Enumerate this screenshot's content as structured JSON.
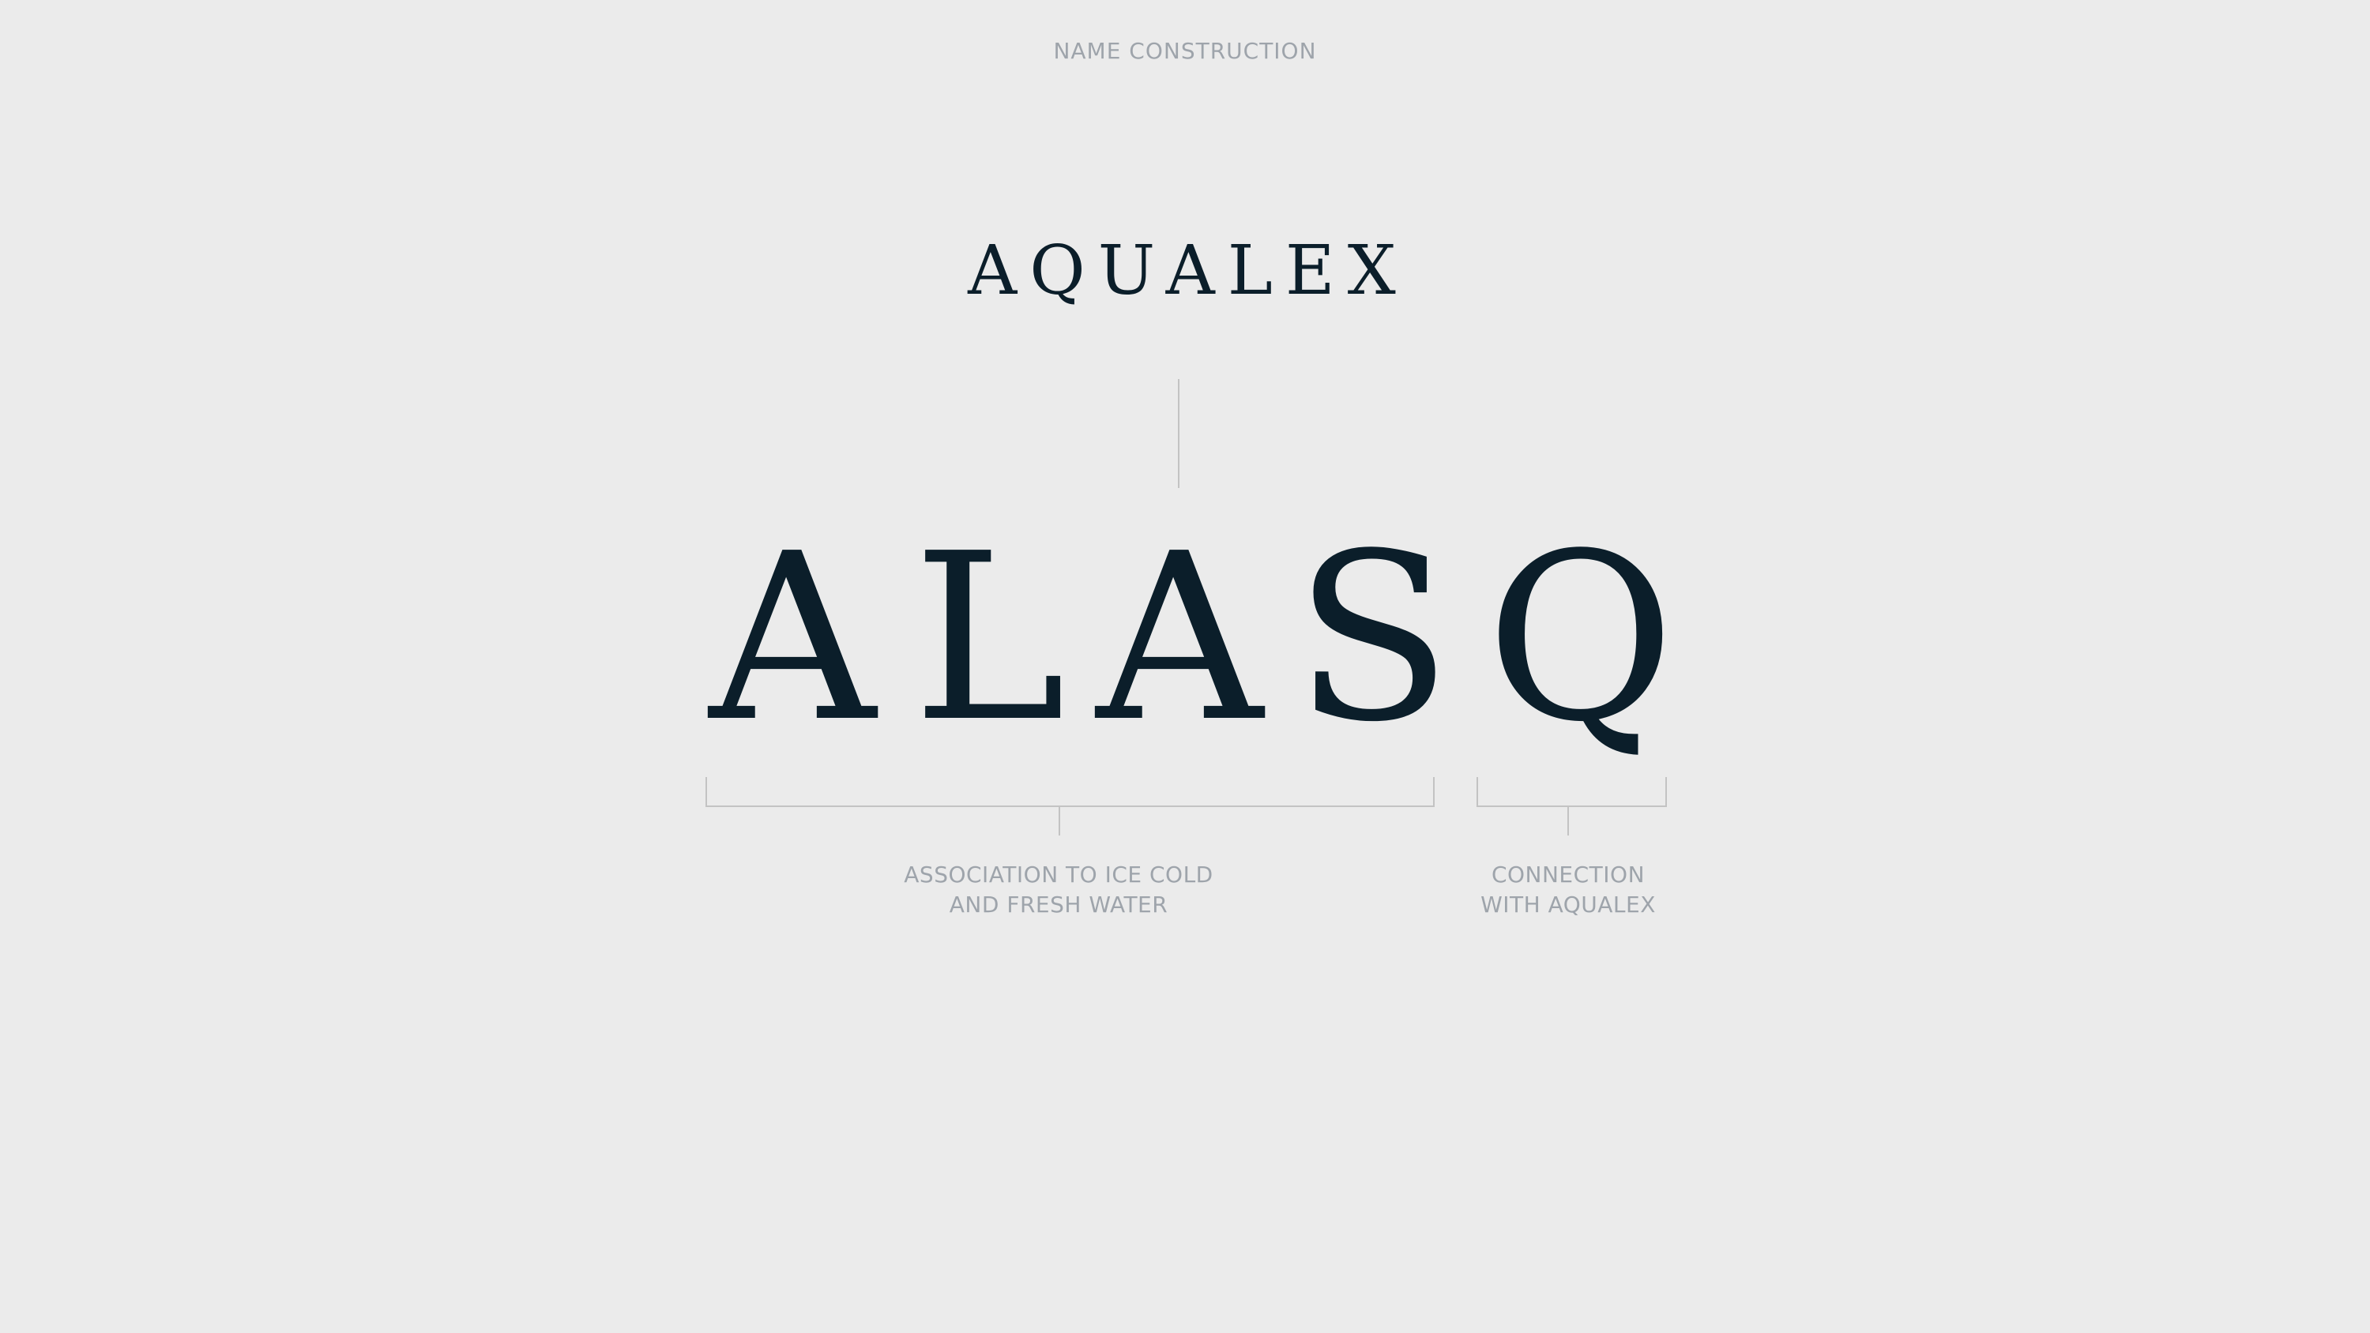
{
  "header": {
    "section_label": "NAME CONSTRUCTION"
  },
  "brand": {
    "name": "AQUALEX"
  },
  "construction": {
    "letters": [
      "A",
      "L",
      "A",
      "S",
      "Q"
    ],
    "groups": [
      {
        "caption_line1": "ASSOCIATION TO ICE COLD",
        "caption_line2": "AND FRESH WATER"
      },
      {
        "caption_line1": "CONNECTION",
        "caption_line2": "WITH AQUALEX"
      }
    ]
  },
  "colors": {
    "background": "#ebebeb",
    "ink": "#0b1e2a",
    "muted": "#9ea4ab",
    "rule": "#c3c3c3"
  }
}
